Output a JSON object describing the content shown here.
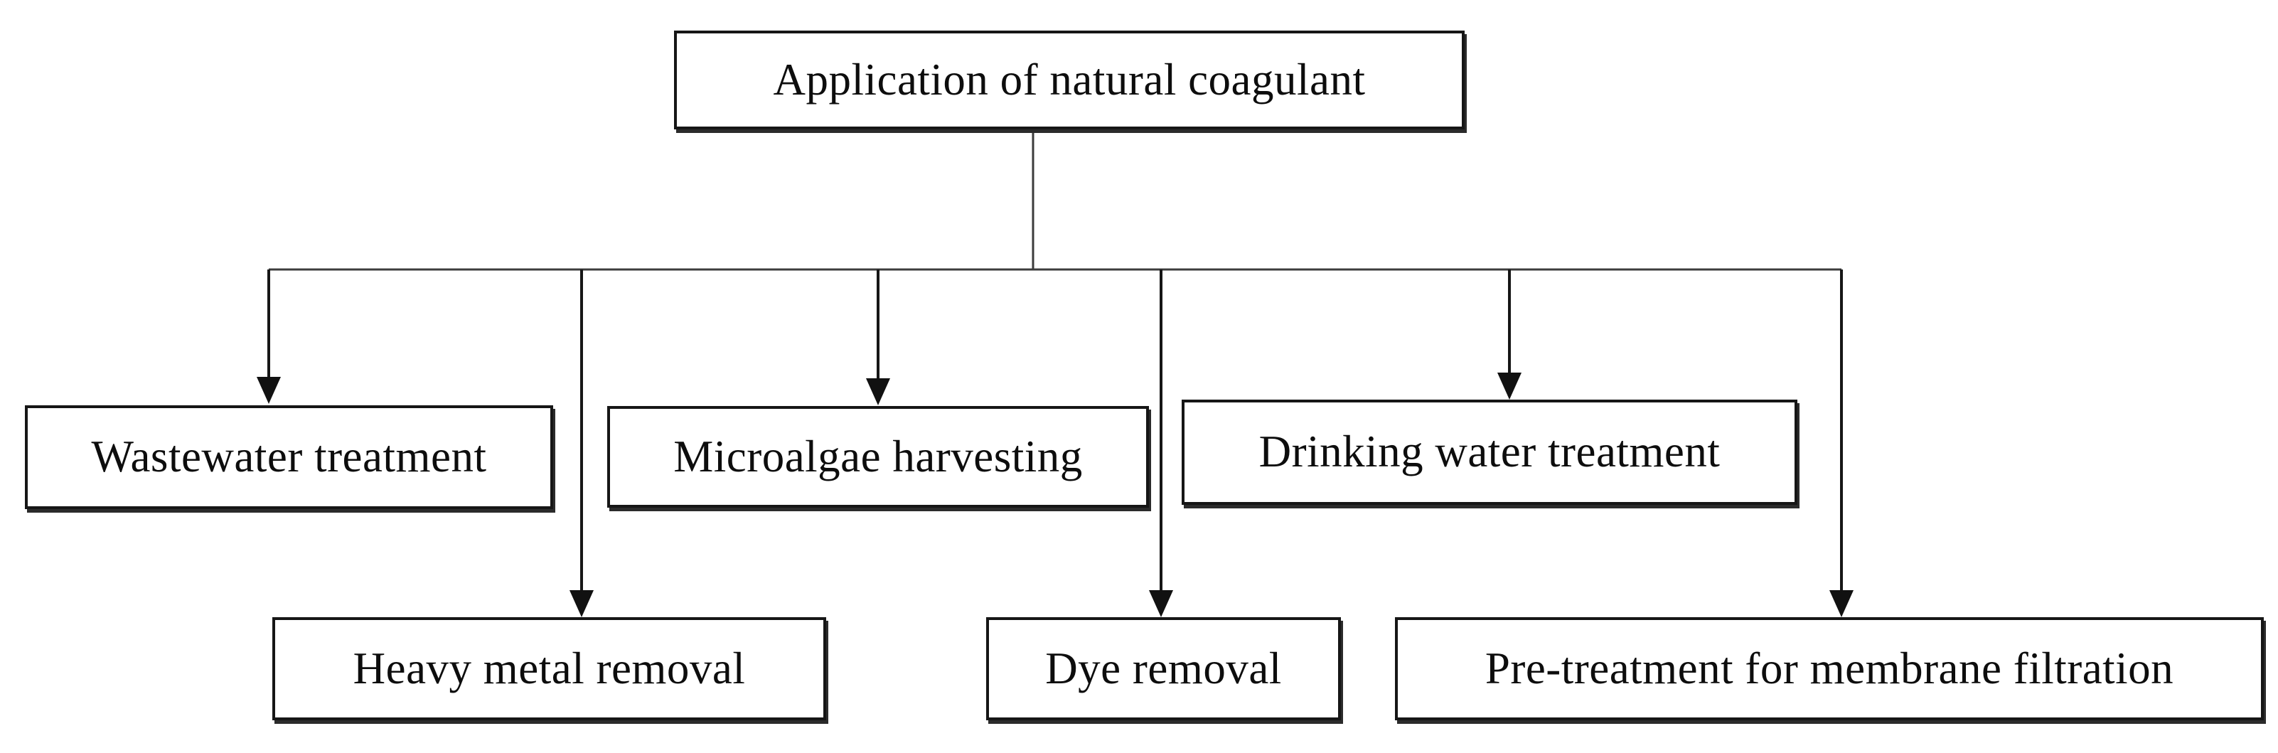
{
  "figure": {
    "nodes": {
      "root": {
        "label": "Application of natural coagulant"
      },
      "wastewater": {
        "label": "Wastewater treatment"
      },
      "microalgae": {
        "label": "Microalgae harvesting"
      },
      "drinking": {
        "label": "Drinking water treatment"
      },
      "heavy_metal": {
        "label": "Heavy metal removal"
      },
      "dye": {
        "label": "Dye removal"
      },
      "membrane": {
        "label": "Pre-treatment for membrane filtration"
      }
    },
    "colors": {
      "background": "#ffffff",
      "box_fill": "#ffffff",
      "box_border": "#161616",
      "box_shadow": "#2b2b2b",
      "text": "#0d0d0d",
      "connector_line": "#3c3c3c",
      "arrow": "#111111"
    }
  }
}
